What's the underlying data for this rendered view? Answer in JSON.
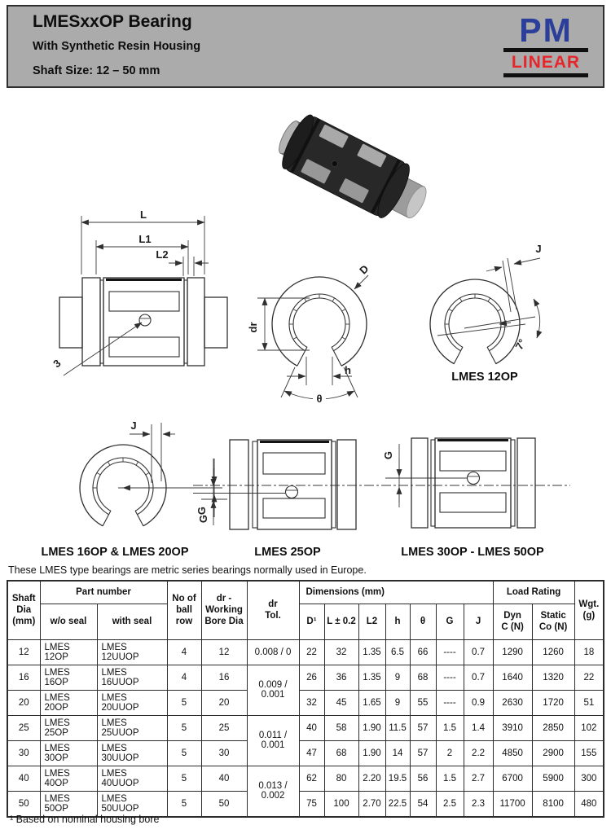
{
  "header": {
    "title": "LMESxxOP Bearing",
    "subtitle": "With Synthetic Resin Housing",
    "shaft_size": "Shaft Size: 12 – 50 mm",
    "logo_top": "PM",
    "logo_bottom": "LINEAR",
    "logo_blue": "#2b3e9a",
    "logo_red": "#e6262b",
    "header_bg": "#ababab"
  },
  "drawings": {
    "labels": {
      "L": "L",
      "L1": "L1",
      "L2": "L2",
      "three": "3",
      "D": "D",
      "dr": "dr",
      "h": "h",
      "theta": "θ",
      "J": "J",
      "seven_deg": "7°",
      "G": "G"
    },
    "captions": {
      "lmes12": "LMES 12OP",
      "lmes16_20": "LMES 16OP & LMES 20OP",
      "lmes25": "LMES 25OP",
      "lmes30_50": "LMES 30OP - LMES 50OP"
    }
  },
  "intro": "These LMES type bearings are metric series bearings normally used in Europe.",
  "table": {
    "headers": {
      "shaft_dia": "Shaft\nDia\n(mm)",
      "part_number": "Part number",
      "wo_seal": "w/o seal",
      "with_seal": "with seal",
      "no_ball_row": "No of\nball\nrow",
      "working_bore": "dr -\nWorking\nBore Dia",
      "dr_tol": "dr\nTol.",
      "dimensions": "Dimensions (mm)",
      "d1": "D¹",
      "l": "L ± 0.2",
      "l2": "L2",
      "h": "h",
      "theta": "θ",
      "g": "G",
      "j": "J",
      "load_rating": "Load Rating",
      "dyn": "Dyn\nC (N)",
      "stat": "Static\nCo (N)",
      "wgt": "Wgt.\n(g)"
    },
    "rows": [
      {
        "shaft": "12",
        "wo": "LMES 12OP",
        "ws": "LMES 12UUOP",
        "ball": "4",
        "bore": "12",
        "tol": "0.008 / 0",
        "d": "22",
        "l": "32",
        "l2": "1.35",
        "h": "6.5",
        "theta": "66",
        "g": "----",
        "j": "0.7",
        "dyn": "1290",
        "stat": "1260",
        "wgt": "18"
      },
      {
        "shaft": "16",
        "wo": "LMES 16OP",
        "ws": "LMES 16UUOP",
        "ball": "4",
        "bore": "16",
        "tol": "0.009 / 0.001",
        "d": "26",
        "l": "36",
        "l2": "1.35",
        "h": "9",
        "theta": "68",
        "g": "----",
        "j": "0.7",
        "dyn": "1640",
        "stat": "1320",
        "wgt": "22"
      },
      {
        "shaft": "20",
        "wo": "LMES 20OP",
        "ws": "LMES 20UUOP",
        "ball": "5",
        "bore": "20",
        "d": "32",
        "l": "45",
        "l2": "1.65",
        "h": "9",
        "theta": "55",
        "g": "----",
        "j": "0.9",
        "dyn": "2630",
        "stat": "1720",
        "wgt": "51"
      },
      {
        "shaft": "25",
        "wo": "LMES 25OP",
        "ws": "LMES 25UUOP",
        "ball": "5",
        "bore": "25",
        "tol": "0.011 / 0.001",
        "d": "40",
        "l": "58",
        "l2": "1.90",
        "h": "11.5",
        "theta": "57",
        "g": "1.5",
        "j": "1.4",
        "dyn": "3910",
        "stat": "2850",
        "wgt": "102"
      },
      {
        "shaft": "30",
        "wo": "LMES 30OP",
        "ws": "LMES 30UUOP",
        "ball": "5",
        "bore": "30",
        "d": "47",
        "l": "68",
        "l2": "1.90",
        "h": "14",
        "theta": "57",
        "g": "2",
        "j": "2.2",
        "dyn": "4850",
        "stat": "2900",
        "wgt": "155"
      },
      {
        "shaft": "40",
        "wo": "LMES 40OP",
        "ws": "LMES 40UUOP",
        "ball": "5",
        "bore": "40",
        "tol": "0.013 / 0.002",
        "d": "62",
        "l": "80",
        "l2": "2.20",
        "h": "19.5",
        "theta": "56",
        "g": "1.5",
        "j": "2.7",
        "dyn": "6700",
        "stat": "5900",
        "wgt": "300"
      },
      {
        "shaft": "50",
        "wo": "LMES 50OP",
        "ws": "LMES 50UUOP",
        "ball": "5",
        "bore": "50",
        "d": "75",
        "l": "100",
        "l2": "2.70",
        "h": "22.5",
        "theta": "54",
        "g": "2.5",
        "j": "2.3",
        "dyn": "11700",
        "stat": "8100",
        "wgt": "480"
      }
    ]
  },
  "footnote": "¹ Based on nominal housing bore"
}
